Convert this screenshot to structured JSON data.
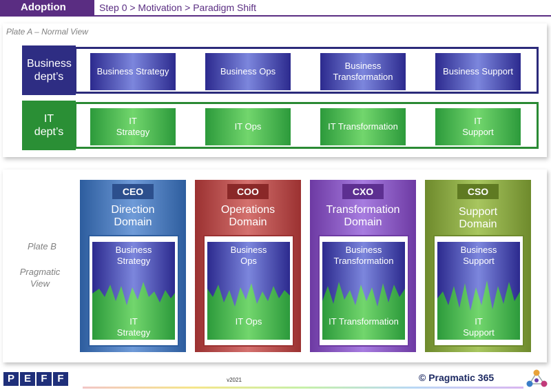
{
  "header": {
    "tab": "Adoption",
    "breadcrumb": "Step 0 > Motivation > Paradigm Shift"
  },
  "plate_a": {
    "label": "Plate A – Normal View",
    "business_row": {
      "label": "Business dept’s",
      "boxes": [
        "Business Strategy",
        "Business Ops",
        "Business Transformation",
        "Business Support"
      ]
    },
    "it_row": {
      "label": "IT dept’s",
      "boxes": [
        "IT Strategy",
        "IT Ops",
        "IT Transformation",
        "IT Support"
      ]
    }
  },
  "plate_b": {
    "label": "Plate B",
    "sublabel": "Pragmatic View",
    "domains": [
      {
        "role": "CEO",
        "title": "Direction Domain",
        "business": "Business Strategy",
        "it": "IT Strategy"
      },
      {
        "role": "COO",
        "title": "Operations Domain",
        "business": "Business Ops",
        "it": "IT Ops"
      },
      {
        "role": "CXO",
        "title": "Transformation Domain",
        "business": "Business Transformation",
        "it": "IT Transformation"
      },
      {
        "role": "CSO",
        "title": "Support Domain",
        "business": "Business Support",
        "it": "IT Support"
      }
    ]
  },
  "footer": {
    "logo_letters": [
      "P",
      "E",
      "F",
      "F"
    ],
    "version": "v2021",
    "brand": "© Pragmatic 365"
  },
  "colors": {
    "accent": "#5a2d82",
    "business_blue": "#2e2d83",
    "it_green": "#2a8f35",
    "ceo": "#2d5d9e",
    "coo": "#9b3131",
    "cxo": "#6d3aa3",
    "cso": "#6e8a2c"
  }
}
